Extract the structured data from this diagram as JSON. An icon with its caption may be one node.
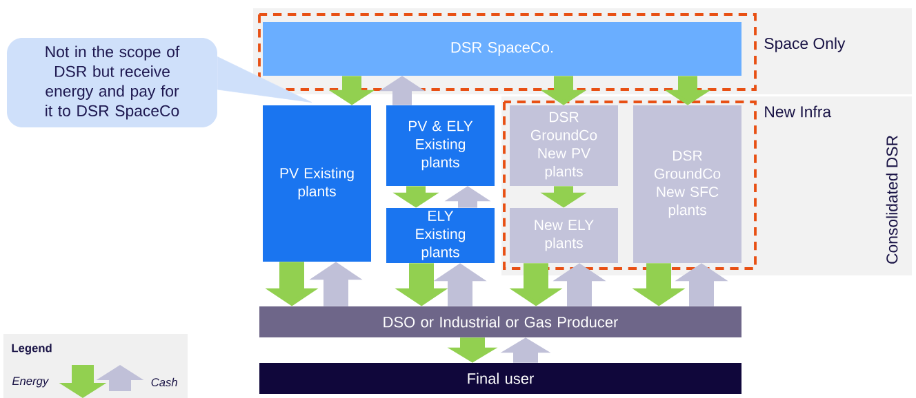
{
  "diagram": {
    "nodes": [
      {
        "text": [
          "Not in the scope of DSR but receive energy and pay for it to DSR SpaceCo"
        ]
      },
      {
        "text": [
          "DSR SpaceCo."
        ]
      },
      {
        "text": [
          "PV Existing plants"
        ]
      },
      {
        "text": [
          "PV & ELY Existing plants"
        ]
      },
      {
        "text": [
          "ELY Existing plants"
        ]
      },
      {
        "text": [
          "DSR GroundCo New PV plants"
        ]
      },
      {
        "text": [
          "New ELY plants"
        ]
      },
      {
        "text": [
          "DSR GroundCo New SFC plants"
        ]
      },
      {
        "text": [
          "DSO or Industrial or Gas Producer"
        ]
      },
      {
        "text": [
          "Final user"
        ]
      }
    ],
    "edges": [
      {
        "from": 1,
        "to": 2,
        "arrow": "to"
      },
      {
        "from": 3,
        "to": 1,
        "arrow": "to",
        "color": "#c0c0d8"
      },
      {
        "from": 1,
        "to": 5,
        "arrow": "to"
      },
      {
        "from": 1,
        "to": 7,
        "arrow": "to"
      },
      {
        "from": 3,
        "to": 4,
        "arrow": "to"
      },
      {
        "from": 4,
        "to": 3,
        "arrow": "to",
        "color": "#c0c0d8"
      },
      {
        "from": 5,
        "to": 6,
        "arrow": "to"
      },
      {
        "from": 2,
        "to": 8,
        "arrow": "to"
      },
      {
        "from": 8,
        "to": 2,
        "arrow": "to",
        "color": "#c0c0d8"
      },
      {
        "from": 4,
        "to": 8,
        "arrow": "to"
      },
      {
        "from": 8,
        "to": 4,
        "arrow": "to",
        "color": "#c0c0d8"
      },
      {
        "from": 6,
        "to": 8,
        "arrow": "to"
      },
      {
        "from": 8,
        "to": 6,
        "arrow": "to",
        "color": "#c0c0d8"
      },
      {
        "from": 7,
        "to": 8,
        "arrow": "to"
      },
      {
        "from": 8,
        "to": 7,
        "arrow": "to",
        "color": "#c0c0d8"
      },
      {
        "from": 8,
        "to": 9,
        "arrow": "to"
      },
      {
        "from": 9,
        "to": 8,
        "arrow": "to",
        "color": "#c0c0d8"
      },
      {
        "from": 0,
        "to": 2,
        "arrow": "none",
        "color": "#cfe0fa"
      }
    ],
    "labels": [
      "Space Only",
      "New Infra",
      "Consolidated DSR",
      "Legend"
    ],
    "legend": [
      {
        "text": "Energy",
        "color": "#92d050"
      },
      {
        "text": "Cash",
        "color": "#c0c0d8"
      }
    ]
  }
}
